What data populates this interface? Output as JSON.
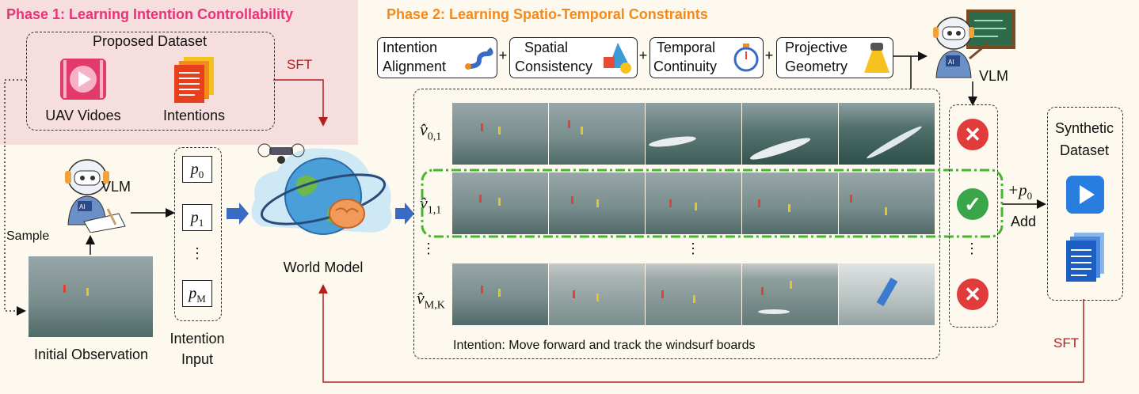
{
  "phase1": {
    "title": "Phase 1: Learning Intention Controllability"
  },
  "phase2": {
    "title": "Phase 2: Learning Spatio-Temporal Constraints"
  },
  "dataset": {
    "title": "Proposed Dataset",
    "video_label": "UAV Vidoes",
    "intention_label": "Intentions"
  },
  "sft_top": "SFT",
  "sft_bottom": "SFT",
  "sample_label": "Sample",
  "vlm_left": "VLM",
  "vlm_right": "VLM",
  "initial_observation": "Initial Observation",
  "intention_input": [
    "Intention",
    "Input"
  ],
  "prompts": {
    "p0": "p",
    "p0_sub": "0",
    "p1": "p",
    "p1_sub": "1",
    "pM": "p",
    "pM_sub": "M",
    "dots": "⋮"
  },
  "world_model": "World Model",
  "constraints": [
    {
      "line1": "Intention",
      "line2": "Alignment"
    },
    {
      "line1": "Spatial",
      "line2": "Consistency"
    },
    {
      "line1": "Temporal",
      "line2": "Continuity"
    },
    {
      "line1": "Projective",
      "line2": "Geometry"
    }
  ],
  "plus": "+",
  "rows": [
    {
      "label": "v̂",
      "sub": "0,1",
      "verdict": "reject"
    },
    {
      "label": "v̂",
      "sub": "1,1",
      "verdict": "accept"
    },
    {
      "label": "v̂",
      "sub": "M,K",
      "verdict": "reject"
    }
  ],
  "row_dots": "⋮",
  "intention_caption": "Intention: Move forward and track the windsurf boards",
  "plus_p0": "+p",
  "plus_p0_sub": "0",
  "add_label": "Add",
  "synthetic": {
    "line1": "Synthetic",
    "line2": "Dataset"
  },
  "colors": {
    "phase1": "#e8337a",
    "phase2": "#f28a1c",
    "sft": "#b32020",
    "accept": "#3aa64a",
    "reject": "#e23b3b",
    "highlight": "#44b82c"
  }
}
